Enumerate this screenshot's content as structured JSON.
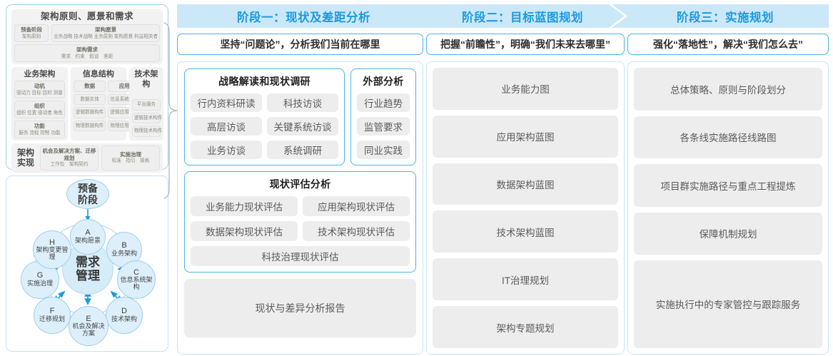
{
  "left_panel": {
    "togaf": {
      "title": "架构原则、愿景和需求",
      "prep": {
        "label": "预备阶段",
        "sub": "架构原则"
      },
      "vision": {
        "label": "架构愿景",
        "sub": "业务战略 技术战略 业务原则 架构愿景 利益相关者"
      },
      "requirements": {
        "label": "架构需求",
        "sub": "需求　约束　假设　差距"
      },
      "business": {
        "title": "业务架构",
        "items": [
          {
            "label": "动机",
            "sub": "驱动力 目标 目的 测量"
          },
          {
            "label": "组织",
            "sub": "组织 位置 驱动者 角色"
          },
          {
            "label": "功能",
            "sub": "服务 流程 控制 功能"
          }
        ]
      },
      "information": {
        "title": "信息结构",
        "data_col": [
          {
            "label": "数据",
            "is_header": true
          },
          {
            "label": "数据实体"
          },
          {
            "label": "逻辑数据构件"
          },
          {
            "label": "物理数据构件"
          }
        ],
        "app_col": [
          {
            "label": "应用",
            "is_header": true
          },
          {
            "label": "信息系统服务"
          },
          {
            "label": "逻辑应用构件"
          },
          {
            "label": "物理应用构件"
          }
        ]
      },
      "technology": {
        "title": "技术架构",
        "items": [
          "平台服务",
          "逻辑技术构件",
          "物理技术构件"
        ]
      },
      "realization": {
        "label": "架构实现",
        "items": [
          {
            "label": "机会及解决方案、迁移规划",
            "sub": "工作包　架构契约"
          },
          {
            "label": "实施治理",
            "sub": "标准　指引　规格"
          }
        ]
      }
    },
    "adm_cycle": {
      "center": {
        "line1": "需求",
        "line2": "管理"
      },
      "prep": {
        "line1": "预备",
        "line2": "阶段"
      },
      "nodes": [
        {
          "letter": "A",
          "label": "架构愿景"
        },
        {
          "letter": "B",
          "label": "业务架构"
        },
        {
          "letter": "C",
          "label": "信息系统架构"
        },
        {
          "letter": "D",
          "label": "技术架构"
        },
        {
          "letter": "E",
          "label": "机会及解决方案"
        },
        {
          "letter": "F",
          "label": "迁移规划"
        },
        {
          "letter": "G",
          "label": "实施治理"
        },
        {
          "letter": "H",
          "label": "架构变更管理"
        }
      ]
    }
  },
  "phases": [
    {
      "banner": "阶段一：现状及差距分析",
      "subtitle": "坚持“问题论”，分析我们当前在哪里",
      "strategy_card": {
        "title": "战略解读和现状调研",
        "rows": [
          [
            "行内资料研读",
            "科技访谈"
          ],
          [
            "高层访谈",
            "关键系统访谈"
          ],
          [
            "业务访谈",
            "系统调研"
          ]
        ]
      },
      "external_card": {
        "title": "外部分析",
        "items": [
          "行业趋势",
          "监管要求",
          "同业实践"
        ]
      },
      "assessment_card": {
        "title": "现状评估分析",
        "rows": [
          [
            "业务能力现状评估",
            "应用架构现状评估"
          ],
          [
            "数据架构现状评估",
            "技术架构现状评估"
          ]
        ],
        "full": "科技治理现状评估"
      },
      "output": "现状与差异分析报告"
    },
    {
      "banner": "阶段二：目标蓝图规划",
      "subtitle": "把握“前瞻性”，明确“我们未来去哪里”",
      "items": [
        "业务能力图",
        "应用架构蓝图",
        "数据架构蓝图",
        "技术架构蓝图",
        "IT治理规划",
        "架构专题规划"
      ]
    },
    {
      "banner": "阶段三：实施规划",
      "subtitle": "强化“落地性”，解决“我们怎么去”",
      "items": [
        "总体策略、原则与阶段划分",
        "各条线实施路径线路图",
        "项目群实施路径与重点工程提炼",
        "保障机制规划",
        "实施执行中的专家管控与跟踪服务"
      ]
    }
  ],
  "colors": {
    "banner_bg": "#cbe8f8",
    "banner_text": "#1c9ae0",
    "card_border": "#4db3e6",
    "chip_bg": "#ededed",
    "node_fill": "#ddeffb",
    "arrow": "#1c9ae0"
  }
}
